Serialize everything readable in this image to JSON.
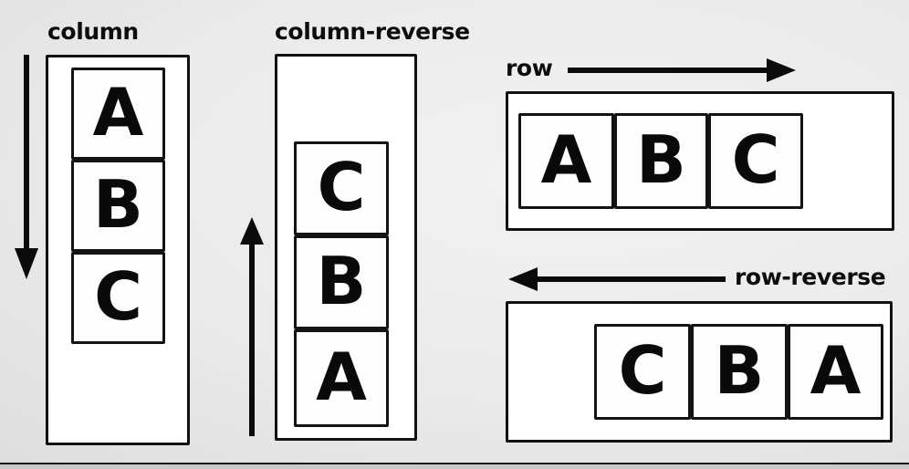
{
  "diagram": {
    "title_context": "flex-direction illustration",
    "background_color": "#e8e8e8",
    "ink_color": "#111111",
    "box_fill": "#ffffff"
  },
  "sections": [
    {
      "key": "column",
      "label": "column",
      "direction": "column",
      "arrow": {
        "name": "down-arrow",
        "orientation": "down"
      },
      "items": [
        {
          "letter": "A"
        },
        {
          "letter": "B"
        },
        {
          "letter": "C"
        }
      ]
    },
    {
      "key": "column-reverse",
      "label": "column-reverse",
      "direction": "column-reverse",
      "arrow": {
        "name": "up-arrow",
        "orientation": "up"
      },
      "items": [
        {
          "letter": "C"
        },
        {
          "letter": "B"
        },
        {
          "letter": "A"
        }
      ]
    },
    {
      "key": "row",
      "label": "row",
      "direction": "row",
      "arrow": {
        "name": "right-arrow",
        "orientation": "right"
      },
      "items": [
        {
          "letter": "A"
        },
        {
          "letter": "B"
        },
        {
          "letter": "C"
        }
      ]
    },
    {
      "key": "row-reverse",
      "label": "row-reverse",
      "direction": "row-reverse",
      "arrow": {
        "name": "left-arrow",
        "orientation": "left"
      },
      "items": [
        {
          "letter": "C"
        },
        {
          "letter": "B"
        },
        {
          "letter": "A"
        }
      ]
    }
  ]
}
